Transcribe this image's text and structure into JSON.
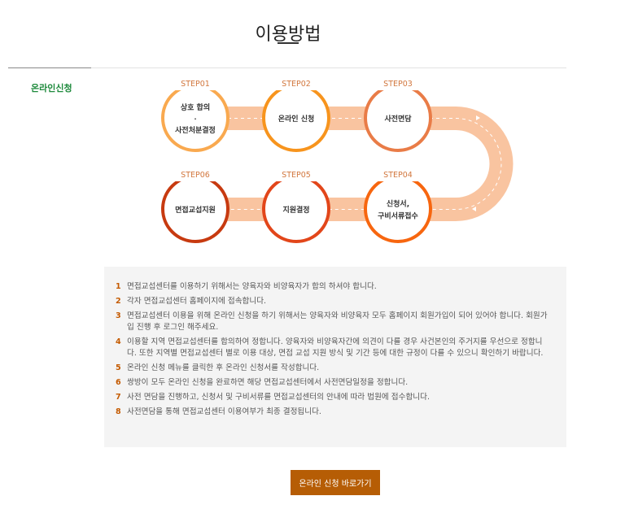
{
  "page_title": "이용방법",
  "side_label": "온라인신청",
  "steps": [
    {
      "label": "STEP01",
      "lines": [
        "상호 합의",
        "·",
        "사전처분결정"
      ],
      "color": "#f9a94f"
    },
    {
      "label": "STEP02",
      "lines": [
        "온라인 신청"
      ],
      "color": "#f7941d"
    },
    {
      "label": "STEP03",
      "lines": [
        "사전면담"
      ],
      "color": "#e97c47"
    },
    {
      "label": "STEP04",
      "lines": [
        "신청서,",
        "구비서류접수"
      ],
      "color": "#f7660f"
    },
    {
      "label": "STEP05",
      "lines": [
        "지원결정"
      ],
      "color": "#e2461a"
    },
    {
      "label": "STEP06",
      "lines": [
        "면접교섭지원"
      ],
      "color": "#c73a10"
    }
  ],
  "band_color": "#f9c4a0",
  "notes": [
    {
      "n": "1",
      "text": "면접교섭센터를 이용하기 위해서는 양육자와 비양육자가 합의 하셔야 합니다."
    },
    {
      "n": "2",
      "text": "각자 면접교섭센터 홈페이지에 접속합니다."
    },
    {
      "n": "3",
      "text": "면접교섭센터 이용을 위해 온라인 신청을 하기 위해서는 양육자와 비양육자 모두 홈페이지 회원가입이 되어 있어야 합니다. 회원가입 진행 후 로그인 해주세요."
    },
    {
      "n": "4",
      "text": "이용할 지역 면접교섭센터를 합의하여 정합니다. 양육자와 비양육자간에 의견이 다를 경우 사건본인의 주거지를 우선으로 정합니다. 또한 지역별 면접교섭센터 별로 이용 대상, 면접 교섭 지원 방식 및 기간 등에 대한 규정이 다를 수 있으니 확인하기 바랍니다."
    },
    {
      "n": "5",
      "text": "온라인 신청 메뉴를 클릭한 후 온라인 신청서를 작성합니다."
    },
    {
      "n": "6",
      "text": "쌍방이 모두 온라인 신청을 완료하면 해당 면접교섭센터에서 사전면담일정을 정합니다."
    },
    {
      "n": "7",
      "text": "사전 면담을 진행하고, 신청서 및 구비서류를 면접교섭센터의 안내에 따라 법원에 접수합니다."
    },
    {
      "n": "8",
      "text": "사전면담을 통해 면접교섭센터 이용여부가 최종 결정됩니다."
    }
  ],
  "button_label": "온라인 신청 바로가기"
}
